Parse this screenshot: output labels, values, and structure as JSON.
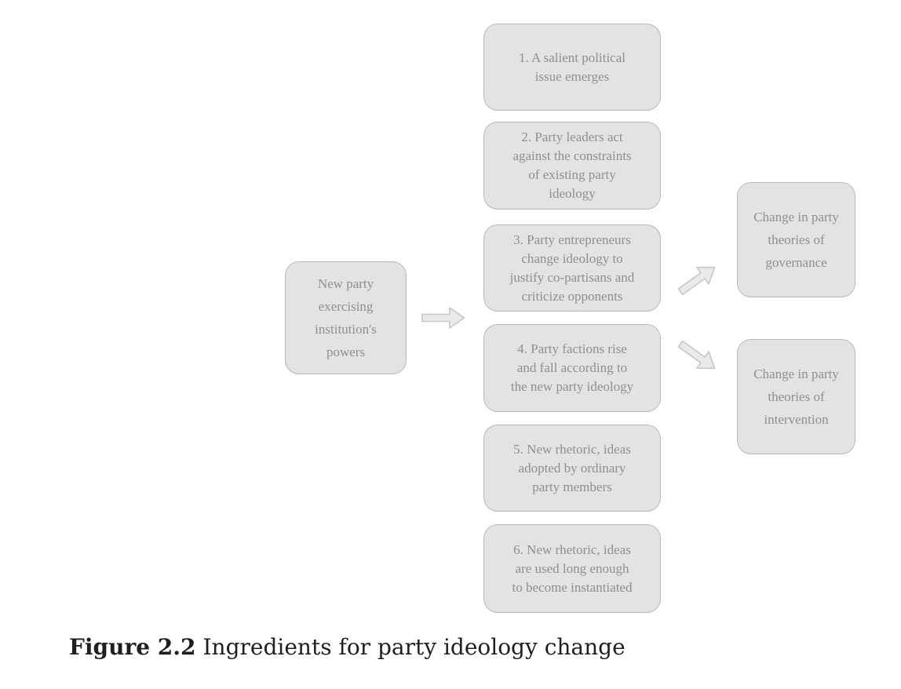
{
  "figure": {
    "caption_label": "Figure 2.2",
    "caption_text": "Ingredients for party ideology change"
  },
  "colors": {
    "box_fill": "#e3e3e3",
    "box_border": "#b9b9b9",
    "box_text": "#8f8f8f",
    "arrow_fill": "#eaeaea",
    "arrow_border": "#c6c6c6",
    "caption_text": "#1f1f1f",
    "background": "#ffffff"
  },
  "diagram": {
    "source_box": {
      "label": "New party\nexercising\ninstitution's\npowers"
    },
    "steps": [
      {
        "label": "1. A salient political\nissue emerges"
      },
      {
        "label": "2. Party leaders act\nagainst the constraints\nof existing party\nideology"
      },
      {
        "label": "3. Party entrepreneurs\nchange ideology to\njustify co-partisans and\ncriticize opponents"
      },
      {
        "label": "4. Party factions rise\nand fall according to\nthe new party ideology"
      },
      {
        "label": "5. New rhetoric, ideas\nadopted by ordinary\nparty members"
      },
      {
        "label": "6. New rhetoric, ideas\nare used long enough\nto become instantiated"
      }
    ],
    "outcomes": [
      {
        "label": "Change in party\ntheories of\ngovernance"
      },
      {
        "label": "Change in party\ntheories of\nintervention"
      }
    ],
    "arrows": [
      {
        "name": "right-arrow",
        "from": "source_box",
        "to": "steps"
      },
      {
        "name": "up-right-arrow",
        "from": "steps",
        "to": "outcome-governance"
      },
      {
        "name": "down-right-arrow",
        "from": "steps",
        "to": "outcome-intervention"
      }
    ]
  }
}
